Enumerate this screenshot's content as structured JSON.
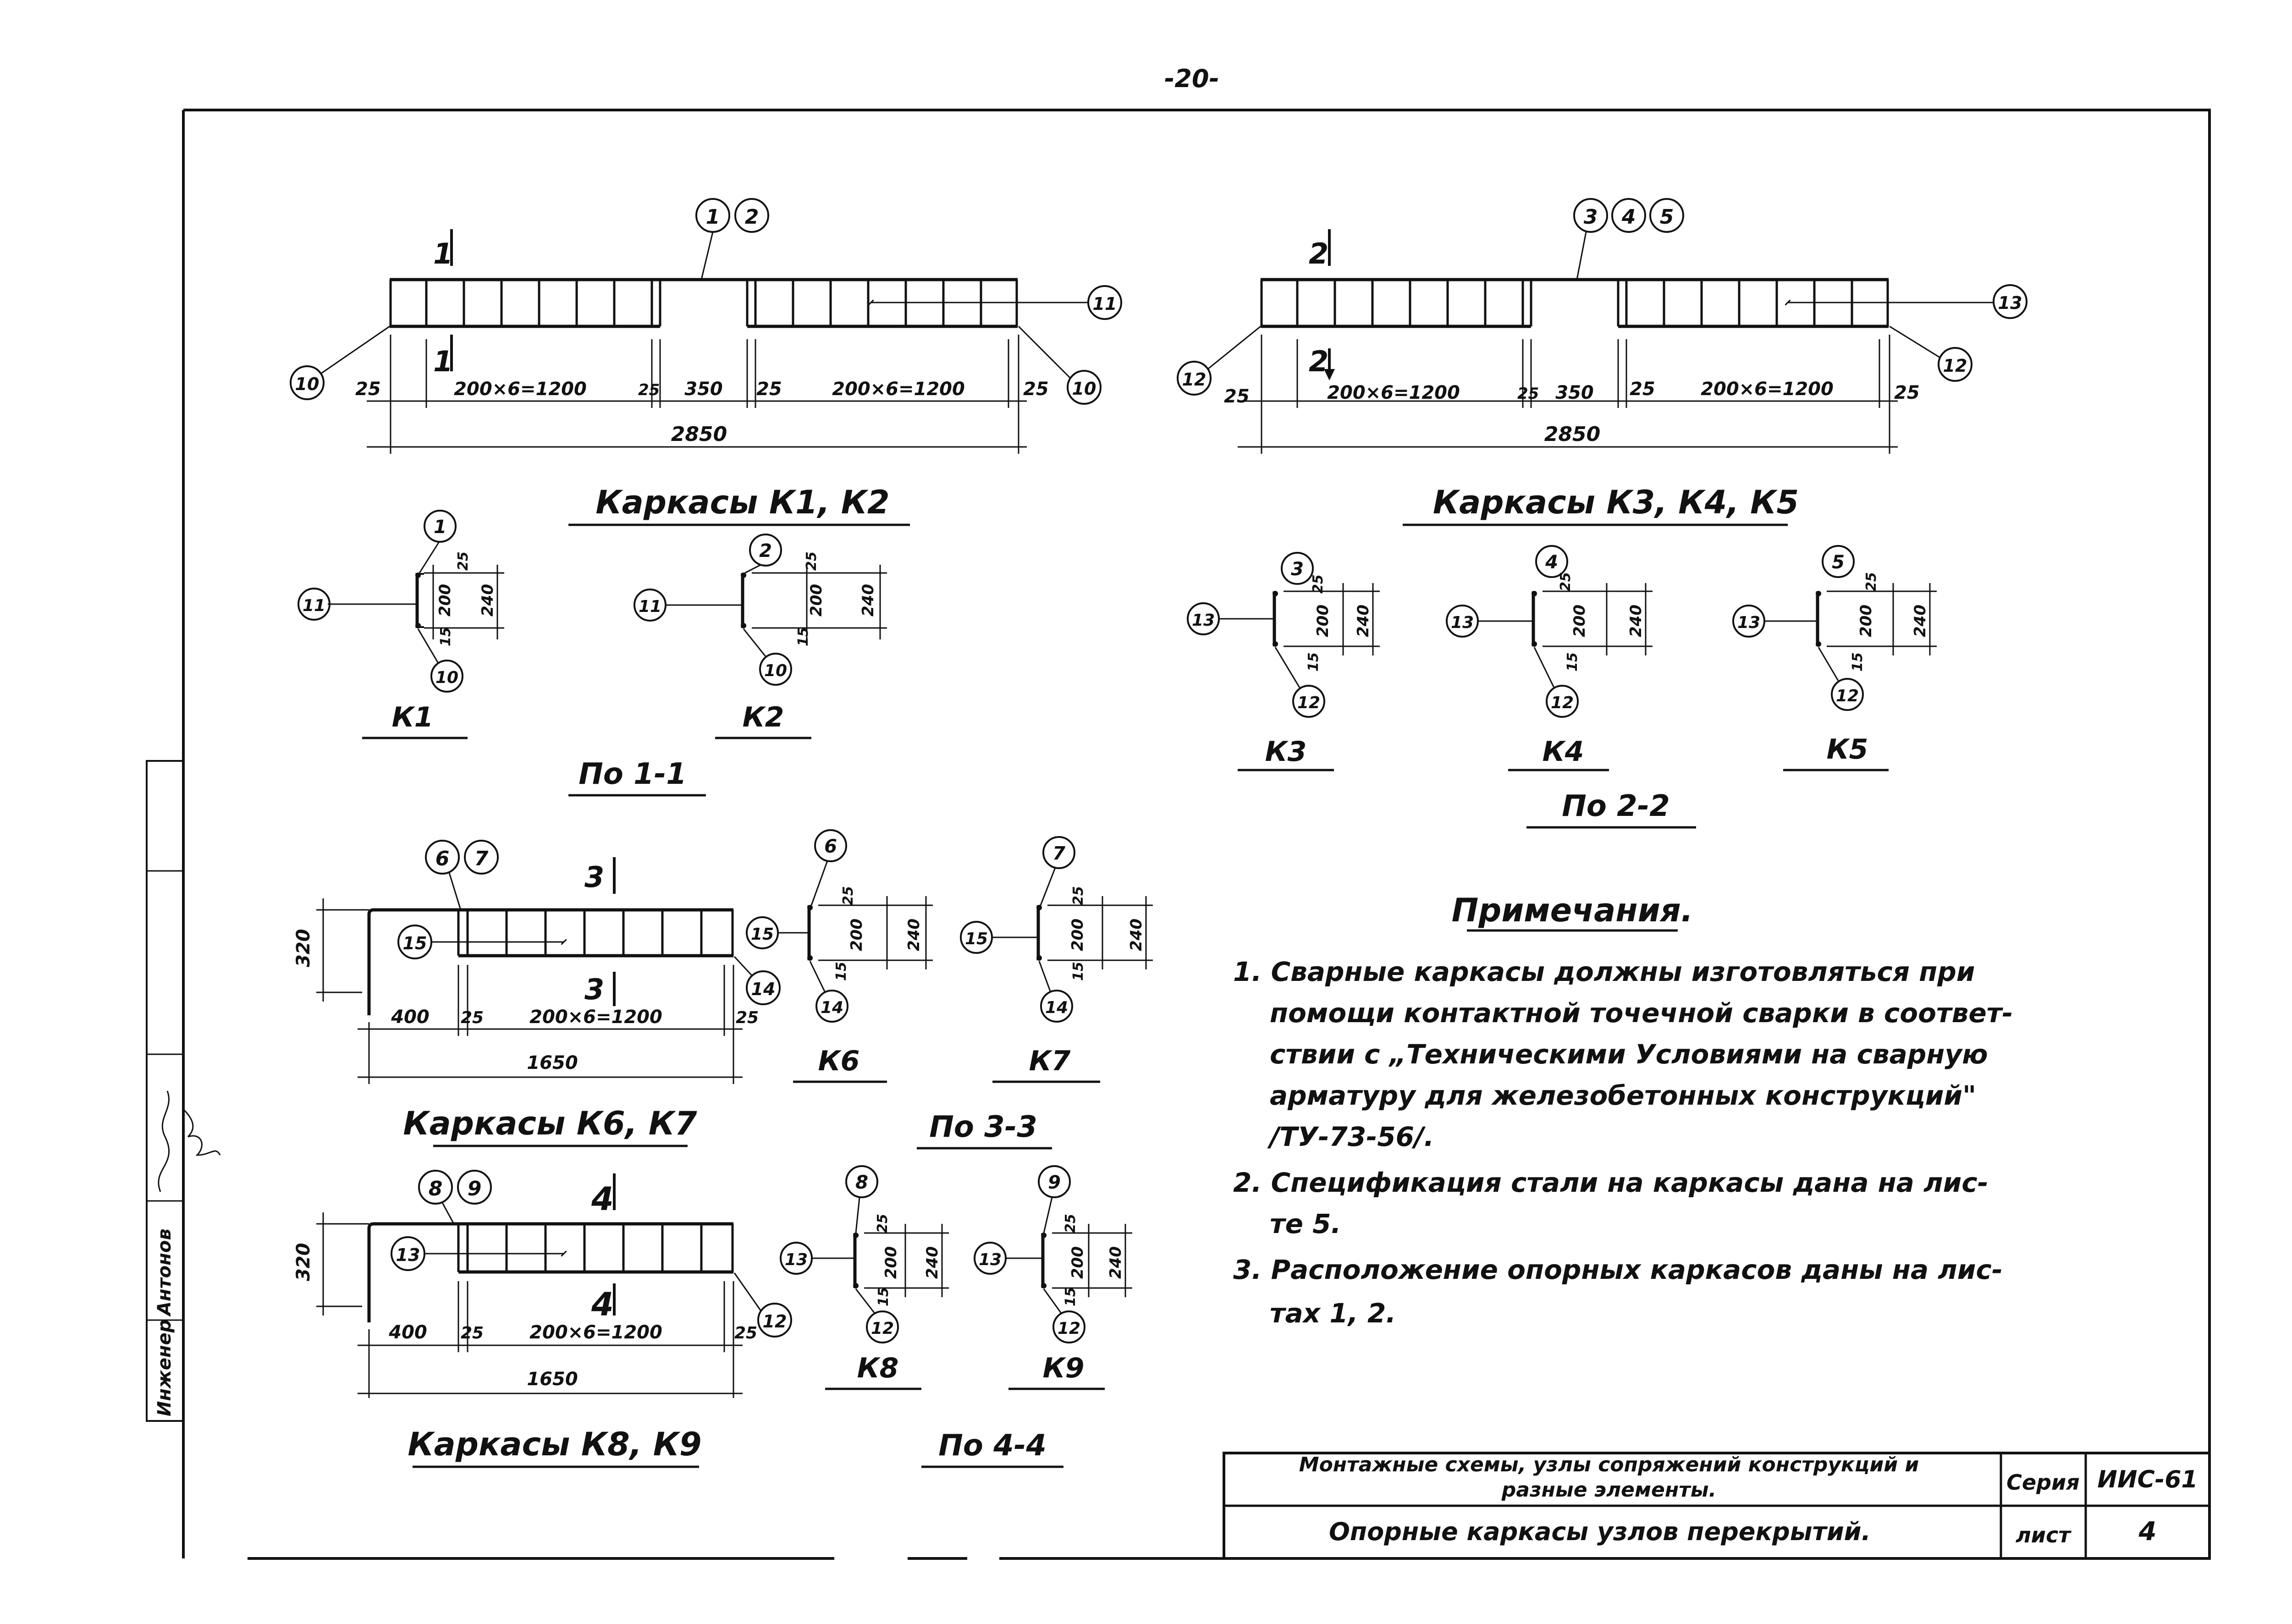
{
  "page_number": "-20-",
  "side_stamp": {
    "role": "Инженер",
    "name": "Антонов"
  },
  "labels": {
    "k1k2_title": "Каркасы К1, К2",
    "k3k5_title": "Каркасы К3, К4, К5",
    "k6k7_title": "Каркасы К6, К7",
    "k8k9_title": "Каркасы К8, К9",
    "sec11": "По 1-1",
    "sec22": "По 2-2",
    "sec33": "По 3-3",
    "sec44": "По 4-4",
    "k1": "К1",
    "k2": "К2",
    "k3": "К3",
    "k4": "К4",
    "k5": "К5",
    "k6": "К6",
    "k7": "К7",
    "k8": "К8",
    "k9": "К9"
  },
  "dims": {
    "d25": "25",
    "d350": "350",
    "d200x6": "200×6=1200",
    "d2850": "2850",
    "d200": "200",
    "d240": "240",
    "d15": "15",
    "d320": "320",
    "d400": "400",
    "d1650": "1650"
  },
  "section_marks": {
    "s1": "1",
    "s2": "2",
    "s3": "3",
    "s4": "4"
  },
  "bubbles": {
    "b1": "1",
    "b2": "2",
    "b3": "3",
    "b4": "4",
    "b5": "5",
    "b6": "6",
    "b7": "7",
    "b8": "8",
    "b9": "9",
    "b10": "10",
    "b11": "11",
    "b12": "12",
    "b13": "13",
    "b14": "14",
    "b15": "15"
  },
  "notes": {
    "title": "Примечания.",
    "n1": [
      "1.  Сварные каркасы должны изготовляться при",
      "помощи контактной точечной сварки в соответ-",
      "ствии с „Техническими Условиями на сварную",
      "арматуру для железобетонных конструкций\"",
      "/ТУ-73-56/."
    ],
    "n2": [
      "2.  Спецификация стали на каркасы дана на лис-",
      "те 5."
    ],
    "n3": [
      "3.  Расположение опорных каркасов даны на лис-",
      "тах 1, 2."
    ]
  },
  "title_block": {
    "project": "Монтажные схемы, узлы сопряжений конструкций и",
    "project2": "разные элементы.",
    "sheet_title": "Опорные каркасы узлов перекрытий.",
    "series_label": "Серия",
    "series_value": "ИИС-61",
    "sheet_label": "лист",
    "sheet_value": "4"
  }
}
